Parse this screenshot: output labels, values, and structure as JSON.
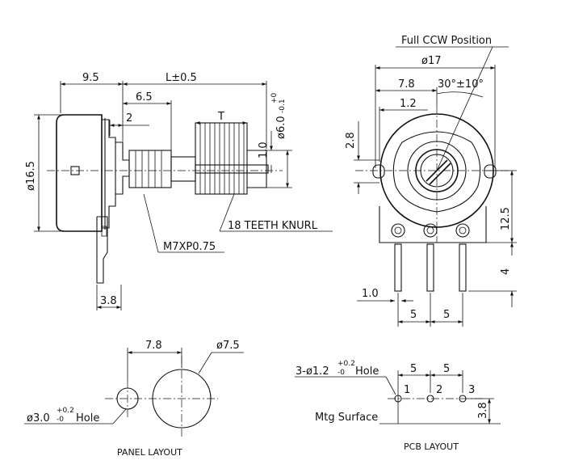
{
  "side_view": {
    "dim_left": "9.5",
    "dim_length": "L±0.5",
    "dim_6_5": "6.5",
    "dim_2": "2",
    "dim_t": "T",
    "dim_height": "ø16.5",
    "dim_1_0": "1.0",
    "dim_shaft_main": "ø6.0",
    "dim_shaft_tol_top": "+0",
    "dim_shaft_tol_bot": "-0.1",
    "knurl_label": "18 TEETH KNURL",
    "thread_label": "M7XP0.75",
    "dim_3_8": "3.8"
  },
  "front_view": {
    "ccw_label": "Full CCW Position",
    "dim_17": "ø17",
    "dim_7_8": "7.8",
    "dim_angle": "30°±10°",
    "dim_1_2": "1.2",
    "dim_2_8": "2.8",
    "dim_12_5": "12.5",
    "dim_4": "4",
    "dim_1_0": "1.0",
    "dim_5a": "5",
    "dim_5b": "5"
  },
  "panel_layout": {
    "dim_7_8": "7.8",
    "dim_7_5": "ø7.5",
    "hole_main": "ø3.0",
    "hole_tol_top": "+0.2",
    "hole_tol_bot": "-0",
    "hole_suffix": "Hole",
    "caption": "PANEL LAYOUT"
  },
  "pcb_layout": {
    "hole_prefix": "3-ø1.2",
    "hole_tol_top": "+0.2",
    "hole_tol_bot": "-0",
    "hole_suffix": "Hole",
    "dim_5a": "5",
    "dim_5b": "5",
    "pin_1": "1",
    "pin_2": "2",
    "pin_3": "3",
    "mtg_surface": "Mtg Surface",
    "dim_3_8": "3.8",
    "caption": "PCB LAYOUT"
  }
}
